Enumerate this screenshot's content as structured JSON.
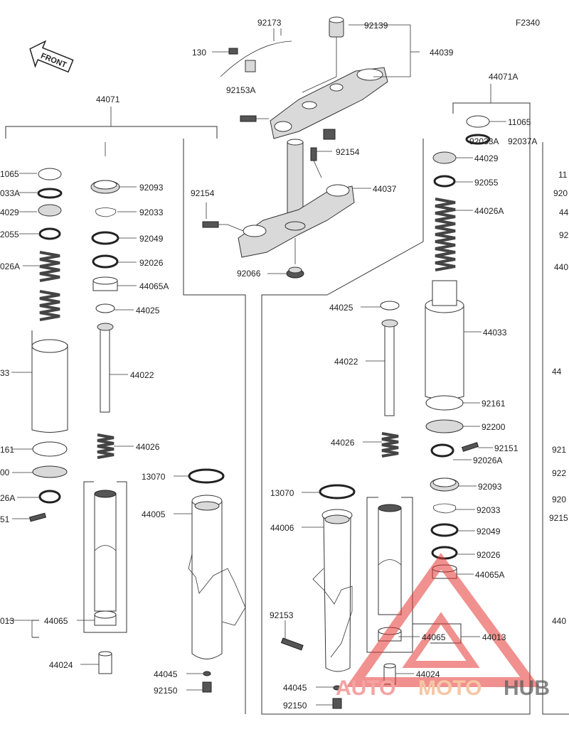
{
  "figure_code": "F2340",
  "front_label": "FRONT",
  "watermark": {
    "text_a": "AUTO",
    "text_b": "MOTO",
    "text_c": "HUB",
    "color_a": "#f5a3a3",
    "color_b": "#f7c6a3",
    "color_c": "#333333",
    "logo_color": "#e53935"
  },
  "labels": {
    "p92173": "92173",
    "p130": "130",
    "p92139": "92139",
    "p44039": "44039",
    "p92153A": "92153A",
    "p92154a": "92154",
    "p92154b": "92154",
    "p44037": "44037",
    "p92066": "92066",
    "p44071": "44071",
    "p44071A": "44071A",
    "l11065": "1065",
    "l92033A": "033A",
    "l44029": "4029",
    "l92055": "2055",
    "l44026A": "026A",
    "l44033": "33",
    "l92161": "161",
    "l92200": "00",
    "l92026A": "26A",
    "l92151": "51",
    "l44013": "013",
    "m92093": "92093",
    "m92033": "92033",
    "m92049": "92049",
    "m92026": "92026",
    "m44065A": "44065A",
    "m44025": "44025",
    "m44022": "44022",
    "m44026": "44026",
    "m44065": "44065",
    "m44024": "44024",
    "c13070": "13070",
    "c44005": "44005",
    "c44045": "44045",
    "c92150": "92150",
    "d44025": "44025",
    "d44022": "44022",
    "d44026": "44026",
    "d13070": "13070",
    "d44006": "44006",
    "d92153": "92153",
    "d44045": "44045",
    "d92150": "92150",
    "r11065": "11065",
    "r92033A": "92033A",
    "r92037A": "92037A",
    "r44029": "44029",
    "r92055": "92055",
    "r44026A": "44026A",
    "r44033": "44033",
    "r92161": "92161",
    "r92200": "92200",
    "r92151": "92151",
    "r92026A": "92026A",
    "r92093": "92093",
    "r92033": "92033",
    "r92049": "92049",
    "r92026": "92026",
    "r44065A": "44065A",
    "r44065": "44065",
    "r44013": "44013",
    "r44024": "44024",
    "e11": "11",
    "e920": "920",
    "e44": "44",
    "e92": "92",
    "e440": "440",
    "e44b": "44",
    "e921": "921",
    "e922": "922",
    "e920b": "920",
    "e9215": "9215",
    "e440b": "440"
  }
}
